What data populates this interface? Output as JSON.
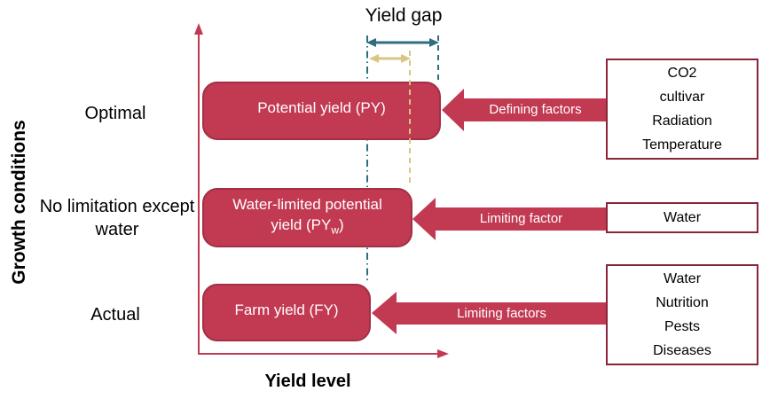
{
  "diagram": {
    "gap_label": "Yield gap",
    "y_axis_label": "Growth conditions",
    "x_axis_label": "Yield level"
  },
  "rows": [
    {
      "condition": "Optimal",
      "yield_box": {
        "main": "Potential yield (PY)",
        "sub": "",
        "end": ""
      },
      "arrow_label": "Defining factors",
      "factor_lines": [
        "CO2",
        "cultivar",
        "Radiation",
        "Temperature"
      ]
    },
    {
      "condition": "No limitation except water",
      "yield_box": {
        "main": "Water-limited potential yield (PY",
        "sub": "w",
        "end": ")"
      },
      "arrow_label": "Limiting factor",
      "factor_lines": [
        "Water"
      ]
    },
    {
      "condition": "Actual",
      "yield_box": {
        "main": "Farm yield (FY)",
        "sub": "",
        "end": ""
      },
      "arrow_label": "Limiting factors",
      "factor_lines": [
        "Water",
        "Nutrition",
        "Pests",
        "Diseases"
      ]
    }
  ],
  "colors": {
    "crimson": "#c13a52",
    "crimson_border": "#a12f45",
    "maroon_border": "#8a2439",
    "teal": "#2d6e80",
    "tan": "#d9c584"
  }
}
